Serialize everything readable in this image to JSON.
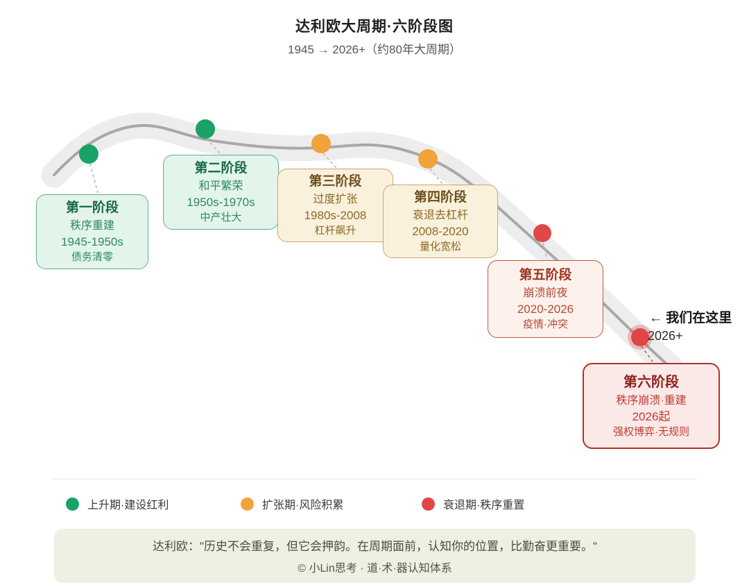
{
  "header": {
    "title": "达利欧大周期·六阶段图",
    "subtitle": "1945 → 2026+（约80年大周期）"
  },
  "stages": [
    {
      "title": "第一阶段",
      "name": "秩序重建",
      "period": "1945-1950s",
      "desc": "债务清零",
      "phase": "rise"
    },
    {
      "title": "第二阶段",
      "name": "和平繁荣",
      "period": "1950s-1970s",
      "desc": "中产壮大",
      "phase": "rise"
    },
    {
      "title": "第三阶段",
      "name": "过度扩张",
      "period": "1980s-2008",
      "desc": "杠杆飙升",
      "phase": "expand"
    },
    {
      "title": "第四阶段",
      "name": "衰退去杠杆",
      "period": "2008-2020",
      "desc": "量化宽松",
      "phase": "expand"
    },
    {
      "title": "第五阶段",
      "name": "崩溃前夜",
      "period": "2020-2026",
      "desc": "疫情·冲突",
      "phase": "decline"
    },
    {
      "title": "第六阶段",
      "name": "秩序崩溃·重建",
      "period": "2026起",
      "desc": "强权博弈·无规则",
      "phase": "decline"
    }
  ],
  "marker": {
    "label": "← 我们在这里",
    "sublabel": "2026+"
  },
  "legend": [
    {
      "label": "上升期·建设红利",
      "color": "#1ba266"
    },
    {
      "label": "扩张期·风险积累",
      "color": "#f2a23b"
    },
    {
      "label": "衰退期·秩序重置",
      "color": "#e14747"
    }
  ],
  "footer": {
    "quote": "达利欧：\"历史不会重复，但它会押韵。在周期面前，认知你的位置，比勤奋更重要。\"",
    "credit": "© 小Lin思考 · 道·术·器认知体系"
  },
  "palette": {
    "rise_dot": "#1ba266",
    "expand_dot": "#f2a23b",
    "decline_dot": "#e14747",
    "band": "#ededed",
    "curve_line": "#a8a8a8"
  }
}
